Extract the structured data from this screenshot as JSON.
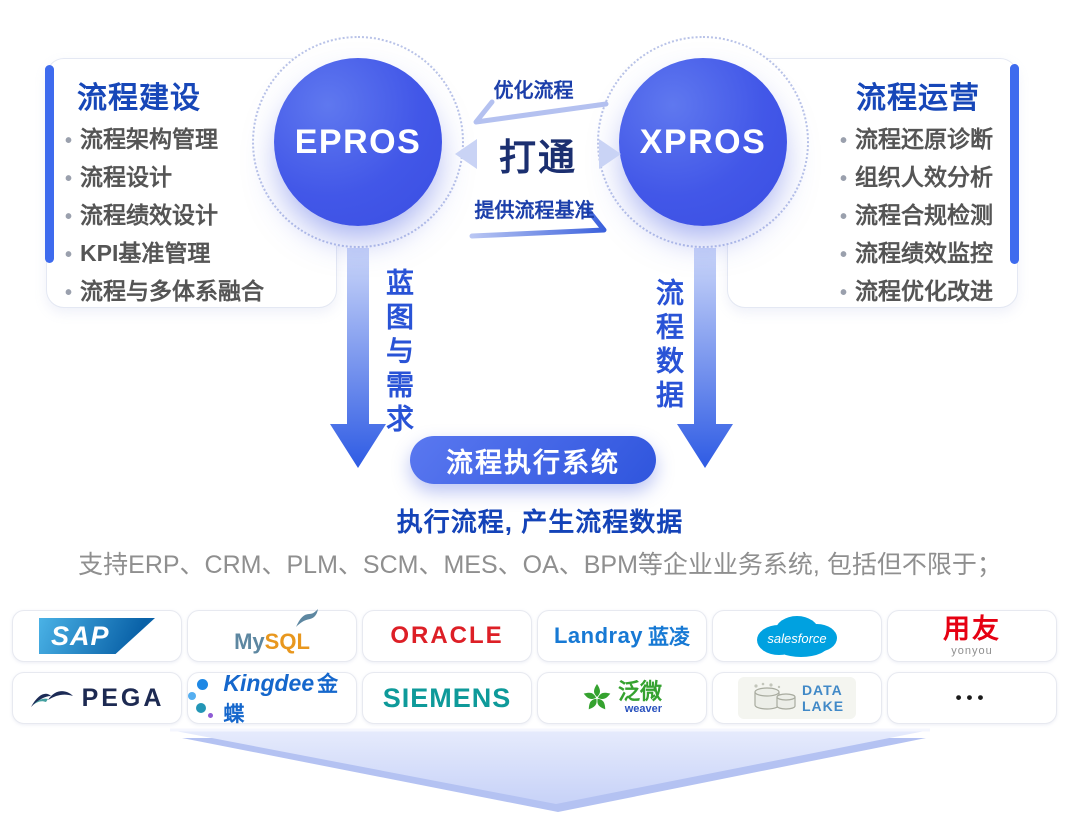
{
  "left_panel": {
    "title": "流程建设",
    "items": [
      "流程架构管理",
      "流程设计",
      "流程绩效设计",
      "KPI基准管理",
      "流程与多体系融合"
    ]
  },
  "right_panel": {
    "title": "流程运营",
    "items": [
      "流程还原诊断",
      "组织人效分析",
      "流程合规检测",
      "流程绩效监控",
      "流程优化改进"
    ]
  },
  "circles": {
    "left_label": "EPROS",
    "right_label": "XPROS"
  },
  "connector": {
    "top_label": "优化流程",
    "center_label": "打通",
    "bottom_label": "提供流程基准"
  },
  "down_arrows": {
    "left_label": "蓝图与需求",
    "right_label": "流程数据"
  },
  "execution": {
    "pill_label": "流程执行系统",
    "headline": "执行流程, 产生流程数据",
    "description": "支持ERP、CRM、PLM、SCM、MES、OA、BPM等企业业务系统, 包括但不限于；"
  },
  "logos": {
    "sap": {
      "text": "SAP"
    },
    "mysql": {
      "part1": "My",
      "part2": "SQL"
    },
    "oracle": {
      "text": "ORACLE"
    },
    "landray": {
      "text": "Landray",
      "cn": "蓝凌"
    },
    "salesforce": {
      "text": "salesforce"
    },
    "yonyou": {
      "cn": "用友",
      "en": "yonyou"
    },
    "pega": {
      "text": "PEGA"
    },
    "kingdee": {
      "text": "Kingdee",
      "cn": "金蝶"
    },
    "siemens": {
      "text": "SIEMENS"
    },
    "weaver": {
      "cn": "泛微",
      "en": "weaver"
    },
    "datalake": {
      "line1": "DATA",
      "line2": "LAKE"
    },
    "more": {
      "text": "•••"
    }
  },
  "colors": {
    "deep_blue": "#1747b8",
    "primary_blue": "#2f56e0",
    "circle_blue": "#4257e8",
    "light_arrow": "#c9d3f5",
    "gray_text": "#8f8f8f"
  }
}
